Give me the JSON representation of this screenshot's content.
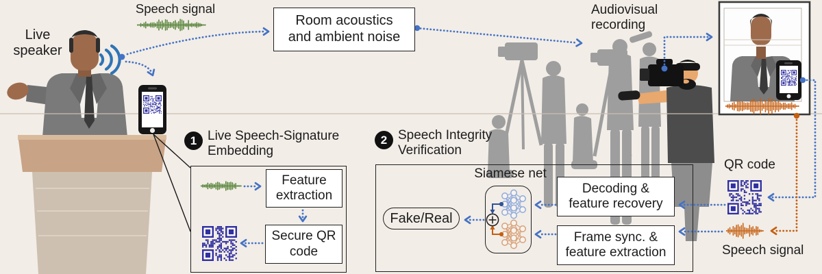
{
  "figure": {
    "stage": {
      "speaker_label": "Live speaker",
      "speech_signal_label": "Speech signal",
      "room_acoustics_box": "Room acoustics and ambient noise",
      "audiovisual_label": "Audiovisual recording"
    },
    "step1": {
      "badge": "1",
      "title": "Live Speech-Signature Embedding",
      "feature_extraction_box": "Feature extraction",
      "secure_qr_box": "Secure QR code"
    },
    "step2": {
      "badge": "2",
      "title": "Speech Integrity Verification",
      "siamese_label": "Siamese net",
      "result_label": "Fake/Real",
      "sum_symbol": "+",
      "decoding_box": "Decoding & feature recovery",
      "frame_sync_box": "Frame sync. & feature extraction"
    },
    "received": {
      "qr_label": "QR code",
      "speech_signal_label": "Speech signal"
    }
  },
  "icons": {
    "sound_waves": "audio-arcs",
    "speech_waveform": "waveform-bars",
    "qr_code": "qr-grid",
    "neural_net": "mlp-nodes",
    "sum_node": "circled-plus",
    "arrow_style": "dotted-chevron"
  },
  "colors": {
    "background": "#f2ede7",
    "accent_blue": "#4472c4",
    "arc_blue": "#2e74b5",
    "accent_orange": "#c55f11",
    "wave_green": "#538135",
    "wave_orange": "#c55f11",
    "qr_blue": "#31309f",
    "navy": "#2f5496",
    "nn_blue": "#8faadc",
    "nn_orange": "#d8a077",
    "crowd_gray": "#9e9e9e",
    "suit_gray": "#7a7a7a",
    "skin_brown": "#9d6b4c"
  }
}
